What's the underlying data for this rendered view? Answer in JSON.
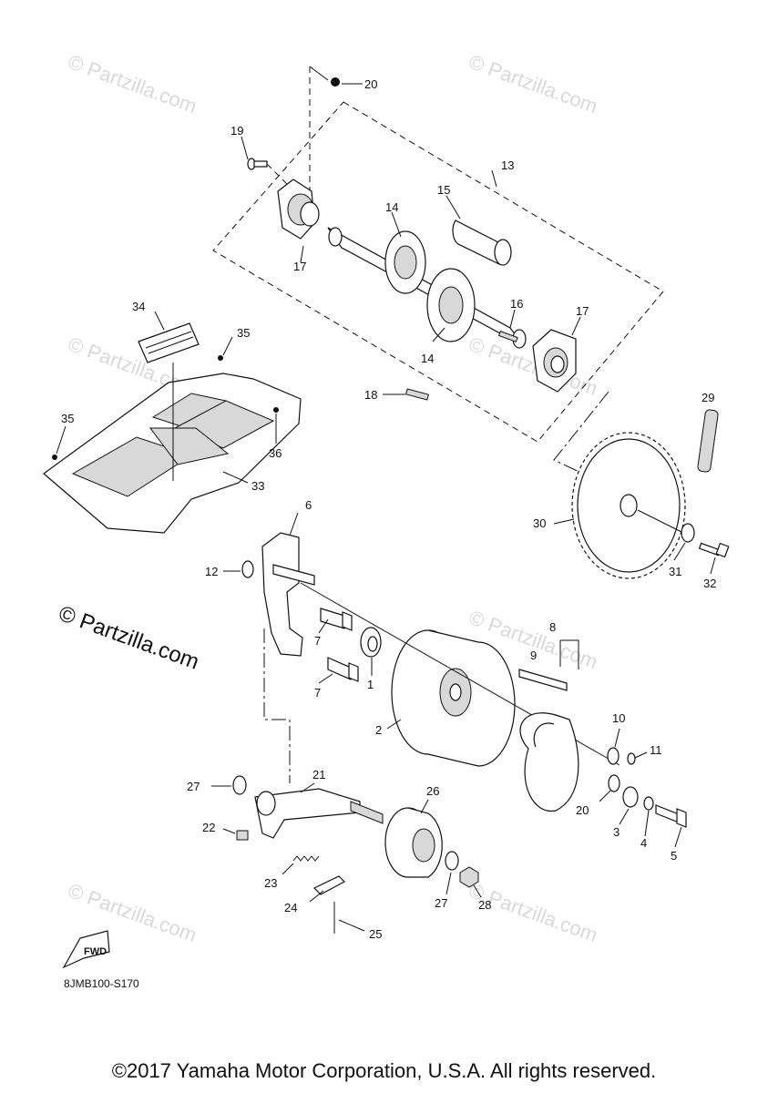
{
  "diagram": {
    "watermark": "© Partzilla.com",
    "brand": "© Partzilla.com",
    "drawing_code": "8JMB100-S170",
    "copyright": "©2017 Yamaha Motor Corporation, U.S.A. All rights reserved.",
    "fwd_label": "FWD",
    "callouts": [
      "20",
      "19",
      "13",
      "15",
      "14",
      "17",
      "34",
      "35",
      "16",
      "17",
      "14",
      "18",
      "35",
      "36",
      "33",
      "29",
      "6",
      "30",
      "12",
      "31",
      "32",
      "7",
      "8",
      "9",
      "1",
      "7",
      "10",
      "2",
      "11",
      "21",
      "27",
      "26",
      "20",
      "3",
      "4",
      "22",
      "5",
      "23",
      "27",
      "28",
      "24",
      "25"
    ]
  }
}
